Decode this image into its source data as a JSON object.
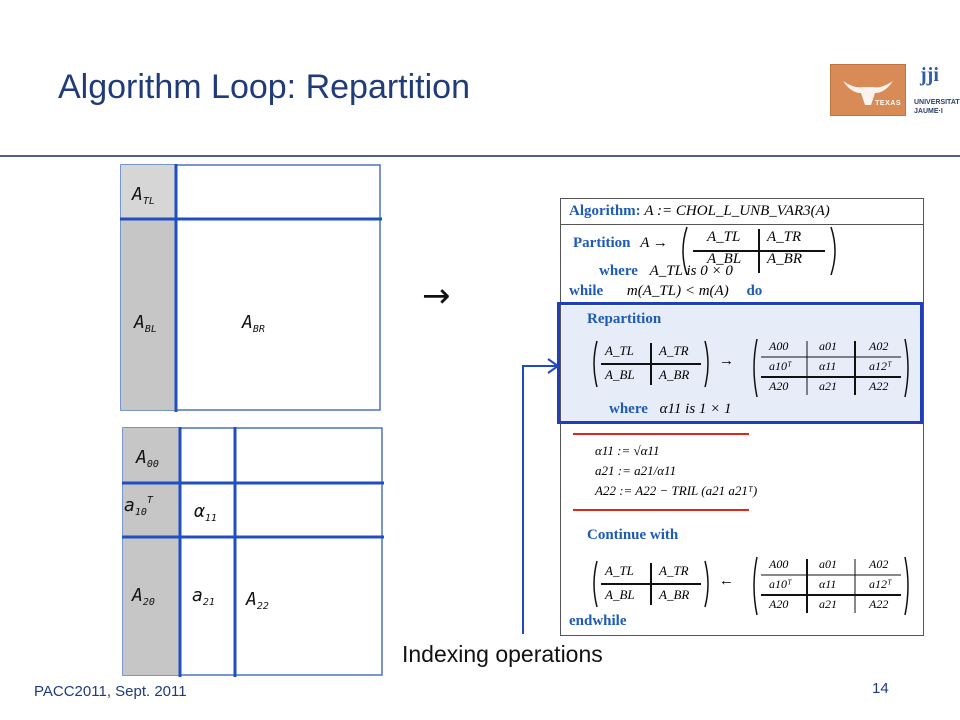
{
  "slide": {
    "title": "Algorithm Loop: Repartition",
    "logo_texas_text": "TEXAS",
    "logo_uji_mark": "jji",
    "logo_uji_text_1": "UNIVERSITAT",
    "logo_uji_text_2": "JAUME·I",
    "arrow": "→",
    "caption": "Indexing operations",
    "footer": "PACC2011, Sept. 2011",
    "page_number": "14"
  },
  "partition_diagram": {
    "a_tl": {
      "base": "A",
      "sub": "TL"
    },
    "a_bl": {
      "base": "A",
      "sub": "BL"
    },
    "a_br": {
      "base": "A",
      "sub": "BR"
    }
  },
  "repartition_diagram": {
    "a_00": {
      "base": "A",
      "sub": "00"
    },
    "a_10t": {
      "base": "a",
      "sub": "10",
      "sup": "T"
    },
    "alpha_11": {
      "base": "α",
      "sub": "11"
    },
    "a_20": {
      "base": "A",
      "sub": "20"
    },
    "a_21": {
      "base": "a",
      "sub": "21"
    },
    "a_22": {
      "base": "A",
      "sub": "22"
    }
  },
  "algorithm": {
    "header_keyword": "Algorithm:",
    "header_expr": "A := CHOL_L_UNB_VAR3(A)",
    "partition_keyword": "Partition",
    "partition_expr": "A →",
    "where_keyword": "where",
    "where_expr": "A_TL is 0 × 0",
    "while_keyword": "while",
    "while_expr": "m(A_TL) < m(A)",
    "do_keyword": "do",
    "repartition_keyword": "Repartition",
    "where2_expr": "α11 is 1 × 1",
    "update_1": "α11 := √α11",
    "update_2": "a21 := a21/α11",
    "update_3": "A22 := A22 − TRIL (a21 a21ᵀ)",
    "continue_keyword": "Continue with",
    "endwhile_keyword": "endwhile",
    "mat_2x2": [
      "A_TL",
      "A_TR",
      "A_BL",
      "A_BR"
    ],
    "mat_3x3": [
      "A00",
      "a01",
      "A02",
      "a10ᵀ",
      "α11",
      "a12ᵀ",
      "A20",
      "a21",
      "A22"
    ],
    "arrow_right": "→",
    "arrow_left": "←"
  },
  "colors": {
    "title_blue": "#1f3b7a",
    "line_blue": "#1f4fc0",
    "keyword_blue": "#1f5ab4",
    "highlight_fill": "#e6edf8",
    "red_rule": "#e0261b",
    "gray_fill": "#c6c6c6"
  }
}
